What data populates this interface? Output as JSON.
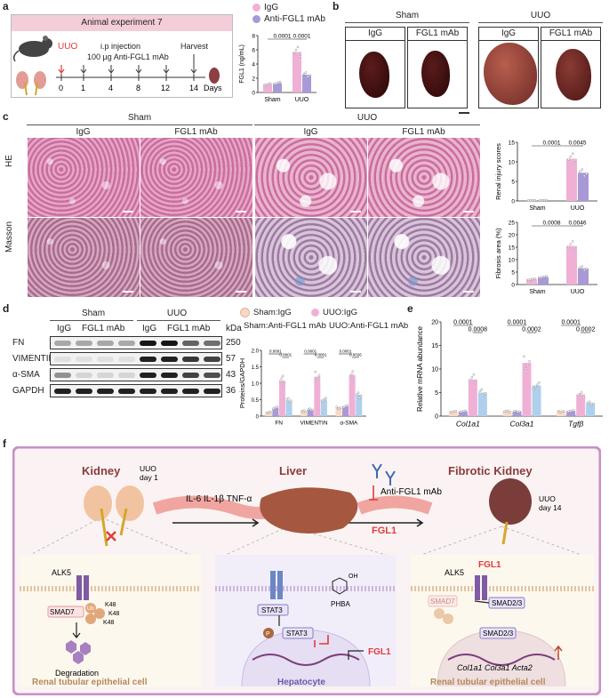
{
  "panel_labels": [
    "a",
    "b",
    "c",
    "d",
    "e",
    "f"
  ],
  "panel_a": {
    "box_title": "Animal experiment 7",
    "uuo_label": "UUO",
    "treatment_line1": "i.p injection",
    "treatment_line2": "100 µg Anti-FGL1 mAb",
    "harvest_label": "Harvest",
    "timeline_ticks": [
      "0",
      "1",
      "4",
      "8",
      "12",
      "14"
    ],
    "days_label": "Days"
  },
  "legend_a": {
    "igg": "IgG",
    "anti": "Anti-FGL1 mAb"
  },
  "colors": {
    "igg": "#f0b0d6",
    "anti": "#a999d6",
    "sham_igg": "#f8d9c6",
    "uuo_anti": "#aed0ec",
    "uuo_red": "#e03c3c",
    "frame": "#c98fc7"
  },
  "panel_b": {
    "sham": "Sham",
    "uuo": "UUO",
    "cols": [
      "IgG",
      "FGL1 mAb",
      "IgG",
      "FGL1 mAb"
    ]
  },
  "panel_c": {
    "sham": "Sham",
    "uuo": "UUO",
    "cols": [
      "IgG",
      "FGL1 mAb",
      "IgG",
      "FGL1 mAb"
    ],
    "rows": [
      "HE",
      "Masson"
    ]
  },
  "panel_d": {
    "sham": "Sham",
    "uuo": "UUO",
    "cols": [
      "IgG",
      "FGL1 mAb",
      "IgG",
      "FGL1 mAb"
    ],
    "kda": "kDa",
    "proteins": [
      {
        "name": "FN",
        "kda": "250"
      },
      {
        "name": "VIMENTIN",
        "kda": "57"
      },
      {
        "name": "α-SMA",
        "kda": "43"
      },
      {
        "name": "GAPDH",
        "kda": "36"
      }
    ],
    "legend": [
      "Sham:IgG",
      "UUO:IgG",
      "Sham:Anti-FGL1 mAb",
      "UUO:Anti-FGL1 mAb"
    ]
  },
  "chart_data": [
    {
      "type": "bar",
      "id": "fgl1",
      "ylabel": "FGL1 (ng/mL)",
      "categories": [
        "Sham",
        "UUO"
      ],
      "ylim": [
        0,
        8
      ],
      "yticks": [
        "0",
        "2",
        "4",
        "6",
        "8"
      ],
      "series": [
        {
          "name": "IgG",
          "values": [
            1.2,
            5.7
          ]
        },
        {
          "name": "Anti-FGL1 mAb",
          "values": [
            1.3,
            2.5
          ]
        }
      ],
      "annotations": [
        "0.0001",
        "0.0001"
      ]
    },
    {
      "type": "bar",
      "id": "injury",
      "ylabel": "Renal injury scores",
      "categories": [
        "Sham",
        "UUO"
      ],
      "ylim": [
        0,
        15
      ],
      "yticks": [
        "0",
        "5",
        "10",
        "15"
      ],
      "series": [
        {
          "name": "IgG",
          "values": [
            0.2,
            10.8
          ]
        },
        {
          "name": "Anti-FGL1 mAb",
          "values": [
            0.2,
            7.2
          ]
        }
      ],
      "annotations": [
        "0.0001",
        "0.0045"
      ]
    },
    {
      "type": "bar",
      "id": "fibrosis",
      "ylabel": "Fibrosis area (%)",
      "categories": [
        "Sham",
        "UUO"
      ],
      "ylim": [
        0,
        25
      ],
      "yticks": [
        "0",
        "5",
        "10",
        "15",
        "20",
        "25"
      ],
      "series": [
        {
          "name": "IgG",
          "values": [
            2.2,
            15.5
          ]
        },
        {
          "name": "Anti-FGL1 mAb",
          "values": [
            3.0,
            6.5
          ]
        }
      ],
      "annotations": [
        "0.0008",
        "0.0046"
      ]
    },
    {
      "type": "bar",
      "id": "proteins",
      "ylabel": "Proteins/GAPDH",
      "categories": [
        "FN",
        "VIMENTIN",
        "α-SMA"
      ],
      "ylim": [
        0,
        2.0
      ],
      "yticks": [
        "0",
        "0.5",
        "1.0",
        "1.5",
        "2.0"
      ],
      "series": [
        {
          "name": "Sham:IgG",
          "values": [
            0.12,
            0.15,
            0.25
          ]
        },
        {
          "name": "Sham:Anti-FGL1 mAb",
          "values": [
            0.25,
            0.2,
            0.3
          ]
        },
        {
          "name": "UUO:IgG",
          "values": [
            1.08,
            1.2,
            1.25
          ]
        },
        {
          "name": "UUO:Anti-FGL1 mAb",
          "values": [
            0.48,
            0.5,
            0.65
          ]
        }
      ],
      "annotations": [
        "0.0001",
        "0.0001",
        "0.0001",
        "0.0001",
        "0.0001",
        "0.0026"
      ]
    },
    {
      "type": "bar",
      "id": "mrna",
      "ylabel": "Relative mRNA abundance",
      "categories": [
        "Col1a1",
        "Col3a1",
        "Tgfβ"
      ],
      "ylim": [
        0,
        20
      ],
      "yticks": [
        "0",
        "5",
        "10",
        "15",
        "20"
      ],
      "series": [
        {
          "name": "Sham:IgG",
          "values": [
            1.0,
            1.0,
            1.0
          ]
        },
        {
          "name": "Sham:Anti-FGL1 mAb",
          "values": [
            1.0,
            1.0,
            1.1
          ]
        },
        {
          "name": "UUO:IgG",
          "values": [
            7.8,
            11.3,
            4.6
          ]
        },
        {
          "name": "UUO:Anti-FGL1 mAb",
          "values": [
            5.0,
            6.5,
            2.8
          ]
        }
      ],
      "annotations": [
        "0.0001",
        "0.0008",
        "0.0001",
        "0.0002",
        "0.0001",
        "0.0002"
      ]
    }
  ],
  "panel_f": {
    "kidney": "Kidney",
    "uuo_day1_a": "UUO",
    "uuo_day1_b": "day 1",
    "cytokines": "IL-6  IL-1β TNF-α",
    "liver": "Liver",
    "anti_fgl1": "Anti-FGL1 mAb",
    "fgl1": "FGL1",
    "fibrotic_kidney": "Fibrotic Kidney",
    "uuo_day14_a": "UUO",
    "uuo_day14_b": "day 14",
    "alk5": "ALK5",
    "smad7": "SMAD7",
    "ub": "Ub",
    "k48": "K48",
    "degradation": "Degradation",
    "stat3": "STAT3",
    "p": "P",
    "phba": "PHBA",
    "oh": "OH",
    "smad23": "SMAD2/3",
    "genes": "Col1a1  Col3a1  Acta2",
    "renal_cell": "Renal tubular epithelial cell",
    "hepatocyte": "Hepatocyte"
  }
}
